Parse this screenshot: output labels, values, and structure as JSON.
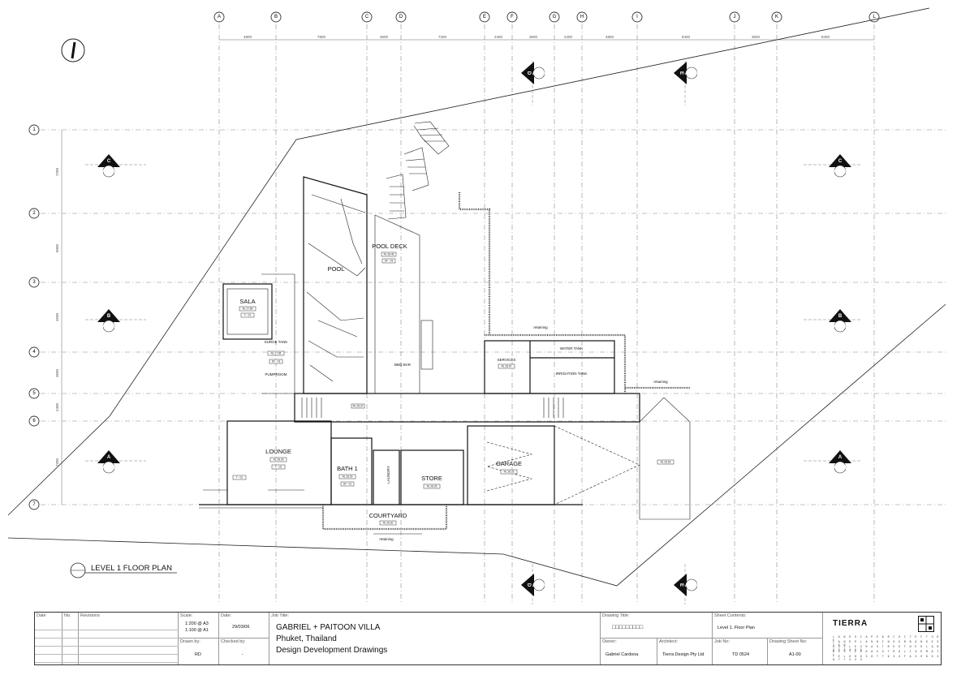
{
  "grid": {
    "columns": [
      "A",
      "B",
      "C",
      "D",
      "E",
      "F",
      "G",
      "H",
      "I",
      "J",
      "K",
      "L"
    ],
    "rows": [
      "1",
      "2",
      "3",
      "4",
      "5",
      "6",
      "7"
    ],
    "dimensions": [
      "4800",
      "7800",
      "3600",
      "7200",
      "2400",
      "3600",
      "2400",
      "4800",
      "8400",
      "3600",
      "8400"
    ],
    "row_dimensions": [
      "7200",
      "6000",
      "4500",
      "3600",
      "2400",
      "7200"
    ]
  },
  "rooms": {
    "pool_deck": "POOL DECK",
    "pool": "POOL",
    "sala": "SALA",
    "lounge": "LOUNGE",
    "bath": "BATH 1",
    "laundry": "LAUNDRY",
    "store": "STORE",
    "garage": "GARAGE",
    "courtyard": "COURTYARD",
    "services": "SERVICES",
    "water_tank": "WATER TANK",
    "irrigation_tank": "IRRIGATION TANK",
    "bbq_bar": "BBQ BAR",
    "surge_tank": "SURGE TANK",
    "pumproom": "PUMPROOM",
    "retaining_top": "retaining",
    "retaining_right": "retaining",
    "retaining_bottom": "retaining"
  },
  "sections": {
    "A": "A",
    "B": "B",
    "C": "C",
    "D": "D",
    "E": "E"
  },
  "plan_title": "LEVEL 1 FLOOR PLAN",
  "title_block": {
    "headers": {
      "date": "Date",
      "no": "No.",
      "revisions": "Revisions",
      "scale": "Scale:",
      "date2": "Date:",
      "job_title": "Job Title:",
      "drawing_title": "Drawing Title:",
      "sheet_contents": "Sheet Contents:",
      "drawn_by": "Drawn by:",
      "checked_by": "Checked by:",
      "owner": "Owner:",
      "architect": "Architect:",
      "job_no": "Job No:",
      "drawing_sheet_no": "Drawing Sheet No:"
    },
    "scale_a3": "1:200 @ A3",
    "scale_a1": "1:100 @ A1",
    "date": "29/03/06",
    "drawn_by": "RD",
    "checked_by": "-",
    "job_line1": "GABRIEL + PAITOON VILLA",
    "job_line2": "Phuket, Thailand",
    "job_line3": "Design Development Drawings",
    "drawing_title": "□□□□□□□□□",
    "sheet_contents": "Level 1. Floor Plan",
    "owner": "Gabriel Cardona",
    "architect": "Tierra Design Pty Ltd",
    "job_no": "TD 0524",
    "drawing_sheet_no": "A1-00",
    "brand": "TIERRA",
    "brand_line1": "L A N D S C A P E   A R C H I T E C T U R E",
    "brand_line2": "L A N D   P L A N N I N G   U R B A N   D E S I G N",
    "brand_line3": "6 3 1   L E U R A   S T R E E T   N E D L A N D S   6 0 0 9",
    "brand_line4": "W E S T E R N   A U S T R A L I A   E M A I L",
    "brand_line5": "T E L   0 8 9 3 8 7 7 9 3 3   F A X   0 8 9 3 8 7 7 2 2 3"
  }
}
